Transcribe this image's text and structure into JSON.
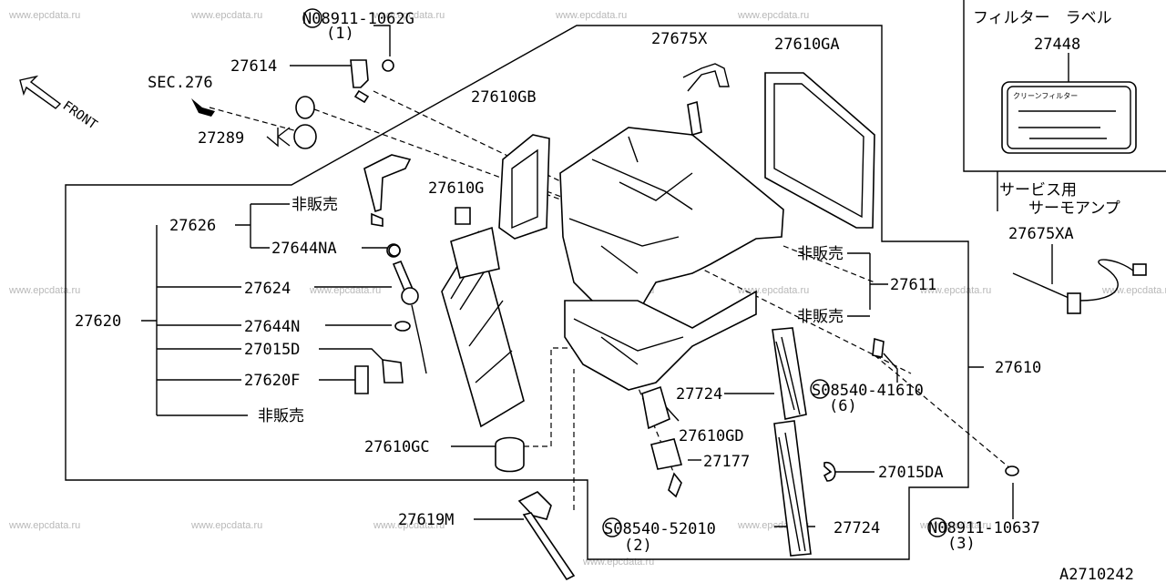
{
  "watermark": "www.epcdata.ru",
  "front_label": "FRONT",
  "sec_ref": "SEC.276",
  "drawing_id": "A2710242",
  "inset_filter": {
    "title": "フィルター　ラベル",
    "part": "27448",
    "label_text": "クリーンフィルター"
  },
  "inset_service": {
    "title_line1": "サービス用",
    "title_line2": "サーモアンプ",
    "part": "27675XA"
  },
  "labels": {
    "n08911_1062g": "N08911-1062G",
    "qty1": "(1)",
    "p27614": "27614",
    "p27289": "27289",
    "p27675x": "27675X",
    "p27610ga": "27610GA",
    "p27610gb": "27610GB",
    "p27610g": "27610G",
    "hihanbai1": "非販売",
    "p27626": "27626",
    "p27644na": "27644NA",
    "p27624": "27624",
    "p27620": "27620",
    "p27644n": "27644N",
    "p27015d": "27015D",
    "p27620f": "27620F",
    "hihanbai2": "非販売",
    "p27610gc": "27610GC",
    "p27619m": "27619M",
    "hihanbai3": "非販売",
    "p27611": "27611",
    "hihanbai4": "非販売",
    "p27610": "27610",
    "p27724a": "27724",
    "s08540_41610": "S08540-41610",
    "qty6": "(6)",
    "p27610gd": "27610GD",
    "p27177": "27177",
    "p27015da": "27015DA",
    "s08540_52010": "S08540-52010",
    "qty2": "(2)",
    "p27724b": "27724",
    "n08911_10637": "N08911-10637",
    "qty3": "(3)"
  }
}
